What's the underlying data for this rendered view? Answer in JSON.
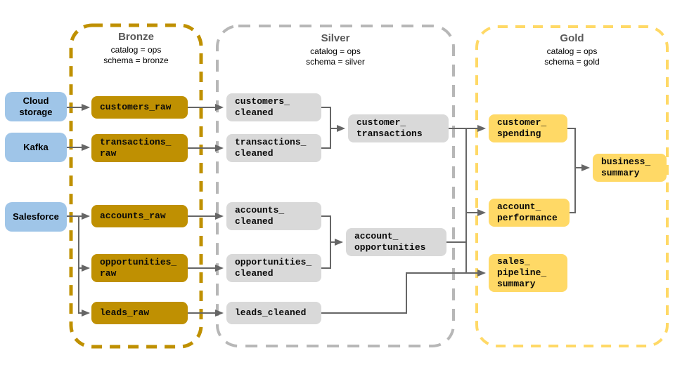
{
  "sources": [
    {
      "label": "Cloud\nstorage"
    },
    {
      "label": "Kafka"
    },
    {
      "label": "Salesforce"
    }
  ],
  "zones": {
    "bronze": {
      "title": "Bronze",
      "catalog": "catalog = ops",
      "schema": "schema = bronze",
      "border_color": "#BF9000",
      "table_color": "#BF9002",
      "tables": [
        {
          "label": "customers_raw"
        },
        {
          "label": "transactions_\nraw"
        },
        {
          "label": "accounts_raw"
        },
        {
          "label": "opportunities_\nraw"
        },
        {
          "label": "leads_raw"
        }
      ]
    },
    "silver": {
      "title": "Silver",
      "catalog": "catalog = ops",
      "schema": "schema = silver",
      "border_color": "#B7B7B7",
      "table_color": "#D9D9D9",
      "tables": [
        {
          "label": "customers_\ncleaned"
        },
        {
          "label": "transactions_\ncleaned"
        },
        {
          "label": "customer_\ntransactions"
        },
        {
          "label": "accounts_\ncleaned"
        },
        {
          "label": "opportunities_\ncleaned"
        },
        {
          "label": "account_\nopportunities"
        },
        {
          "label": "leads_cleaned"
        }
      ]
    },
    "gold": {
      "title": "Gold",
      "catalog": "catalog = ops",
      "schema": "schema = gold",
      "border_color": "#FFD966",
      "table_color": "#FFD966",
      "tables": [
        {
          "label": "customer_\nspending"
        },
        {
          "label": "account_\nperformance"
        },
        {
          "label": "business_\nsummary"
        },
        {
          "label": "sales_\npipeline_\nsummary"
        }
      ]
    }
  },
  "colors": {
    "source_fill": "#9FC5E8",
    "connector": "#666666",
    "zone_title_text": "#595959"
  }
}
